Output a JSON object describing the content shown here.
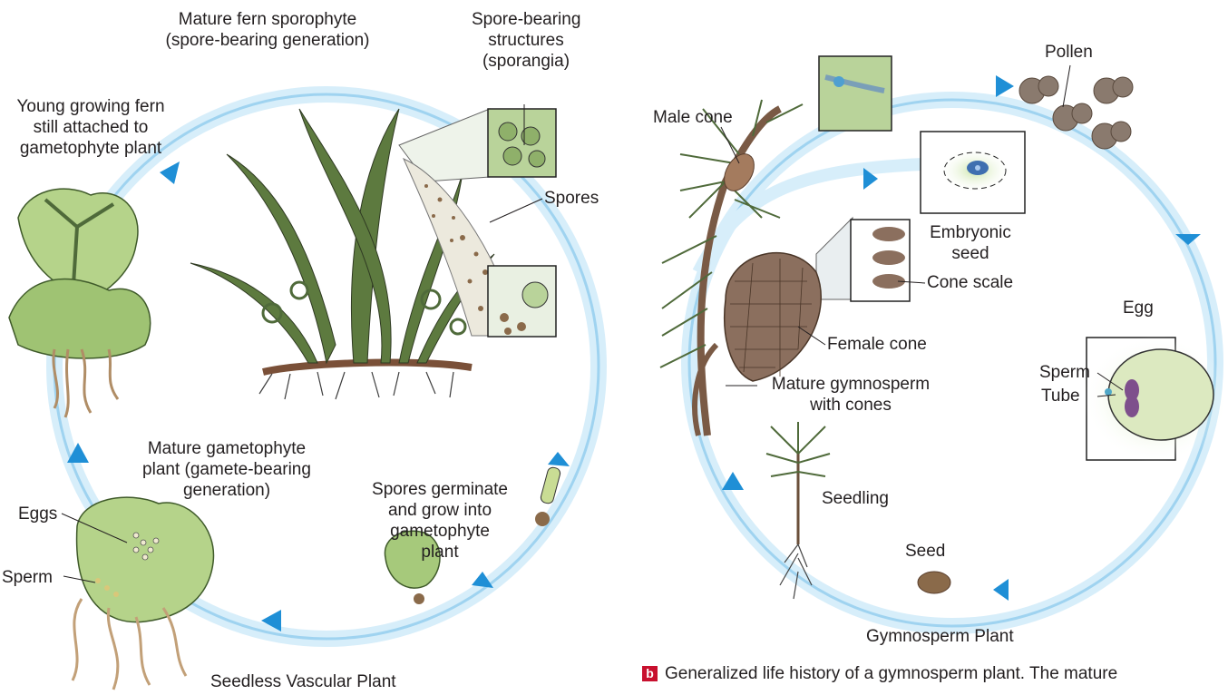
{
  "left_panel": {
    "title": "Seedless Vascular Plant",
    "labels": {
      "mature_fern_sporophyte": [
        "Mature fern sporophyte",
        "(spore-bearing generation)"
      ],
      "spore_bearing_structures": [
        "Spore-bearing",
        "structures",
        "(sporangia)"
      ],
      "young_growing_fern": [
        "Young growing fern",
        "still attached to",
        "gametophyte plant"
      ],
      "spores": "Spores",
      "spores_germinate": [
        "Spores germinate",
        "and grow into",
        "gametophyte",
        "plant"
      ],
      "mature_gametophyte": [
        "Mature gametophyte",
        "plant (gamete-bearing",
        "generation)"
      ],
      "eggs": "Eggs",
      "sperm": "Sperm"
    }
  },
  "right_panel": {
    "title": "Gymnosperm Plant",
    "labels": {
      "pollen": "Pollen",
      "male_cone": "Male cone",
      "embryonic_seed": [
        "Embryonic",
        "seed"
      ],
      "cone_scale": "Cone scale",
      "egg": "Egg",
      "female_cone": "Female cone",
      "sperm": "Sperm",
      "tube": "Tube",
      "mature_gymnosperm": [
        "Mature gymnosperm",
        "with cones"
      ],
      "seedling": "Seedling",
      "seed": "Seed"
    },
    "caption": {
      "badge": "b",
      "text": "Generalized life history of a gymnosperm plant. The mature"
    }
  },
  "colors": {
    "cycle_arrow": "#7fc4ea",
    "cycle_arrow_head": "#1f8fd6",
    "frond_green": "#4f6a3a",
    "gametophyte_green": "#b5d38a",
    "root_brown": "#8a6a4a",
    "cone_brown": "#8b6f5e",
    "pollen_brown": "#8a7a6e",
    "badge_red": "#c8102e"
  }
}
